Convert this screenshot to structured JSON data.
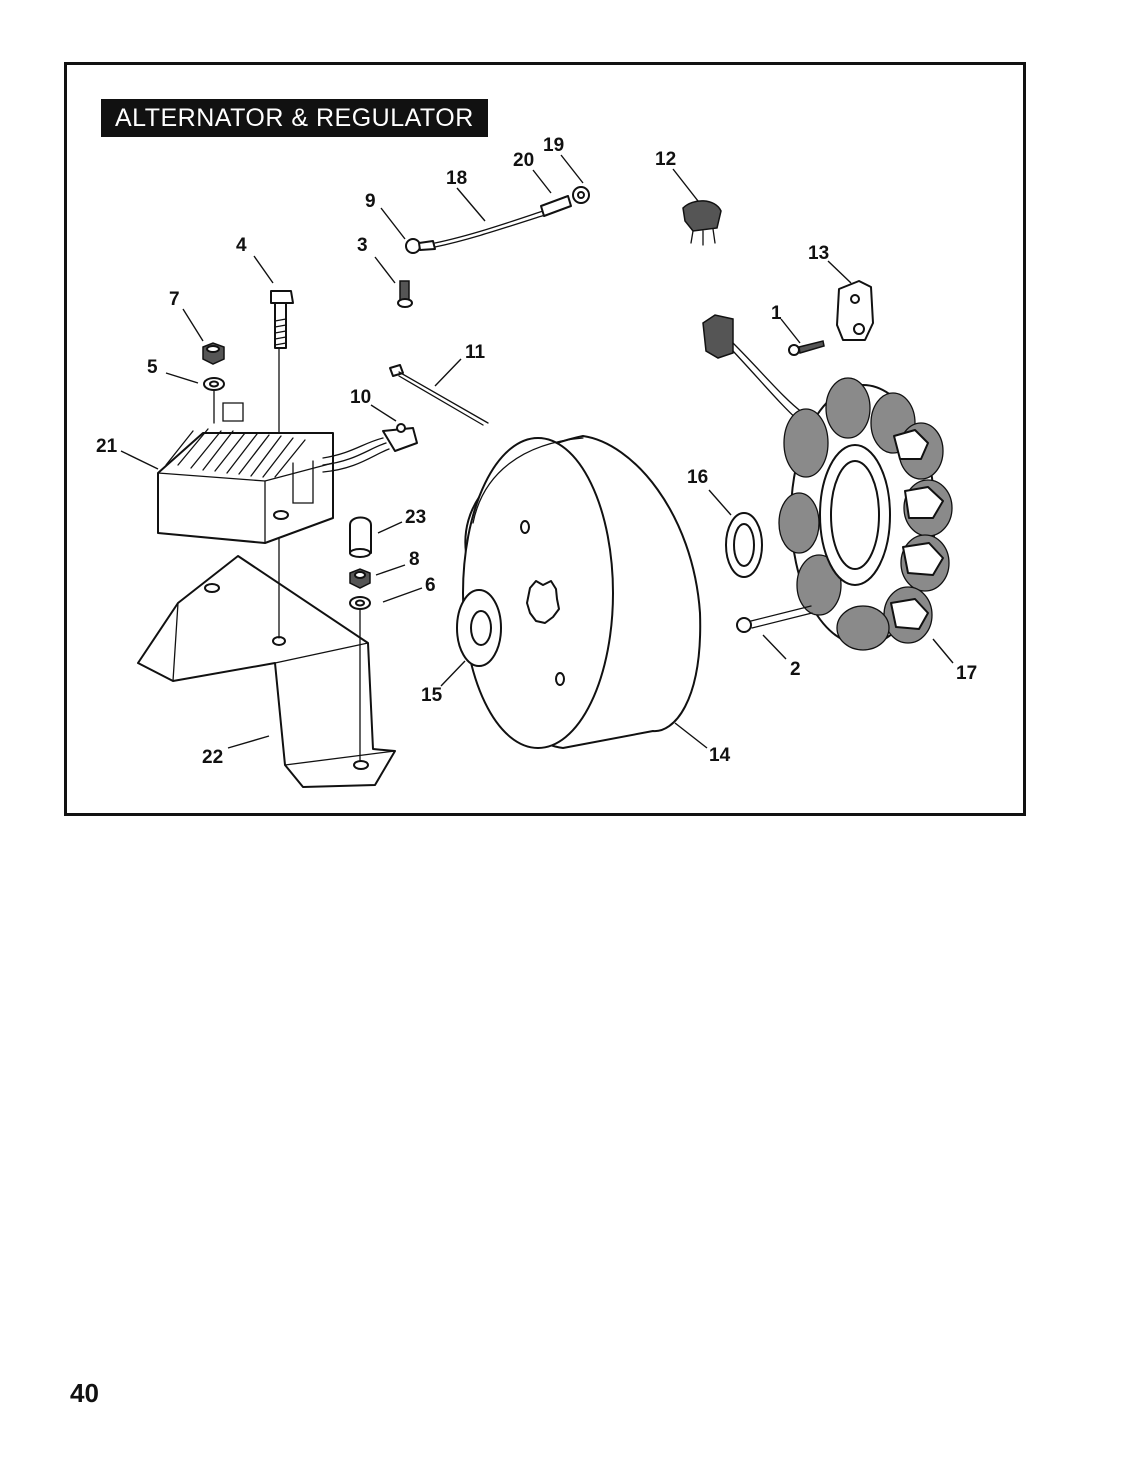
{
  "title": "ALTERNATOR & REGULATOR",
  "page_number": "40",
  "callouts": {
    "c1": "1",
    "c2": "2",
    "c3": "3",
    "c4": "4",
    "c5": "5",
    "c6": "6",
    "c7": "7",
    "c8": "8",
    "c9": "9",
    "c10": "10",
    "c11": "11",
    "c12": "12",
    "c13": "13",
    "c14": "14",
    "c15": "15",
    "c16": "16",
    "c17": "17",
    "c18": "18",
    "c19": "19",
    "c20": "20",
    "c21": "21",
    "c22": "22",
    "c23": "23"
  }
}
